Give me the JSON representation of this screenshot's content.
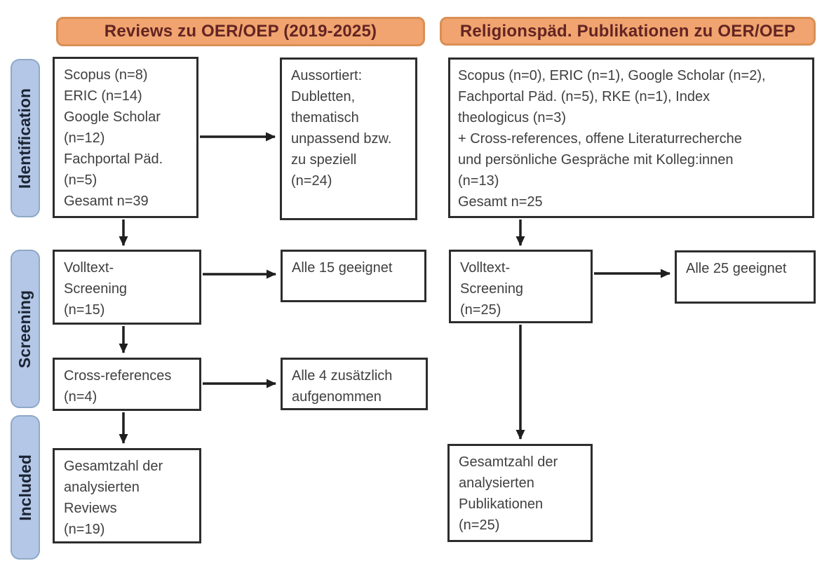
{
  "figure": {
    "type": "prisma-flow-diagram",
    "headers": {
      "left": "Reviews zu OER/OEP (2019-2025)",
      "right": "Religionspäd. Publikationen zu OER/OEP"
    },
    "stage_labels": {
      "identification": "Identification",
      "screening": "Screening",
      "included": "Included"
    },
    "boxes": {
      "left_sources": "Scopus (n=8)\nERIC (n=14)\nGoogle Scholar\n(n=12)\nFachportal Päd.\n(n=5)\nGesamt n=39",
      "left_excluded": "Aussortiert:\nDubletten,\nthematisch\nunpassend bzw.\nzu speziell\n(n=24)",
      "left_fulltext": "Volltext-\nScreening\n(n=15)",
      "left_fulltext_result": "Alle 15 geeignet",
      "left_crossref": "Cross-references\n(n=4)",
      "left_crossref_result": "Alle 4 zusätzlich\naufgenommen",
      "left_included": "Gesamtzahl der\nanalysierten\nReviews\n(n=19)",
      "right_sources": "Scopus (n=0), ERIC (n=1), Google Scholar (n=2),\nFachportal Päd. (n=5), RKE (n=1), Index\ntheologicus (n=3)\n+ Cross-references, offene Literaturrecherche\nund persönliche Gespräche mit Kolleg:innen\n(n=13)\nGesamt n=25",
      "right_fulltext": "Volltext-\nScreening\n(n=25)",
      "right_fulltext_result": "Alle 25 geeignet",
      "right_included": "Gesamtzahl der\nanalysierten\nPublikationen\n(n=25)"
    },
    "counts": {
      "left_total_identified": 39,
      "left_excluded": 24,
      "left_fulltext_screened": 15,
      "left_crossref_added": 4,
      "left_included_total": 19,
      "right_total_identified": 25,
      "right_fulltext_screened": 25,
      "right_included_total": 25
    },
    "colors": {
      "header_fill": "#F1A46F",
      "header_border": "#D98F55",
      "header_text": "#632423",
      "stage_fill": "#B4C7E7",
      "stage_border": "#8EA9C8",
      "stage_text": "#1B2433",
      "box_border": "#2D2D2D",
      "box_text": "#3F3F3F",
      "arrow": "#1F1F1F",
      "background": "#FFFFFF"
    }
  }
}
